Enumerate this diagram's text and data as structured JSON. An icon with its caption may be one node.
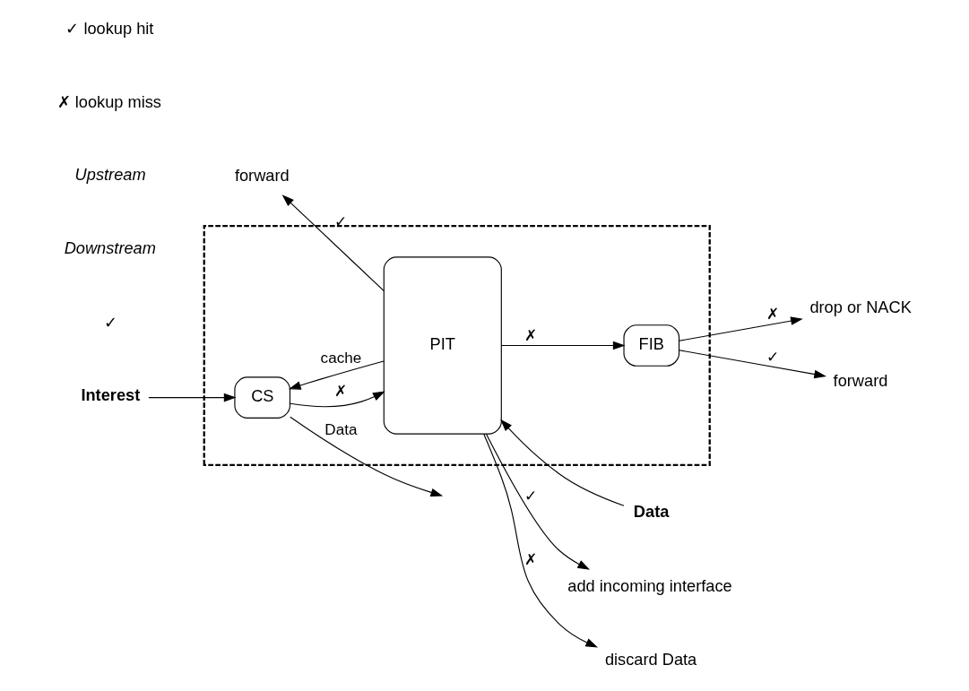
{
  "diagram": {
    "nodes": [
      {
        "text": [],
        "shape": "box"
      },
      {
        "text": [
          "CS"
        ],
        "in": 0
      },
      {
        "text": [
          "PIT"
        ],
        "in": 0
      },
      {
        "text": [
          "FIB"
        ],
        "in": 0
      },
      {
        "text": [
          "Interest"
        ]
      },
      {
        "text": [
          "Data"
        ]
      },
      {
        "text": [
          "add incoming interface"
        ]
      },
      {
        "text": [
          "drop or NACK"
        ]
      },
      {
        "text": [
          "forward"
        ]
      },
      {
        "text": [
          "discard Data"
        ]
      },
      {
        "text": [
          "forward"
        ]
      }
    ],
    "edges": [
      {
        "from": 4,
        "to": 1,
        "arrow": "to"
      },
      {
        "from": 1,
        "to": null,
        "arrow": "to",
        "label": "Data"
      },
      {
        "from": 1,
        "to": 2,
        "arrow": "to",
        "label": "✗"
      },
      {
        "from": 2,
        "to": 3,
        "arrow": "to",
        "label": "✗"
      },
      {
        "from": 3,
        "to": 7,
        "arrow": "to",
        "label": "✗"
      },
      {
        "from": 3,
        "to": 8,
        "arrow": "to",
        "label": "✓"
      },
      {
        "from": 2,
        "to": 6,
        "arrow": "to",
        "label": "✓"
      },
      {
        "from": 5,
        "to": 2,
        "arrow": "to"
      },
      {
        "from": 2,
        "to": 10,
        "arrow": "to",
        "label": "✓"
      },
      {
        "from": 2,
        "to": 1,
        "arrow": "to",
        "label": "cache"
      },
      {
        "from": 2,
        "to": 9,
        "arrow": "to",
        "label": "✗"
      }
    ],
    "labels": [
      "✓",
      "Downstream",
      "Upstream",
      "✗ lookup miss",
      "✓ lookup hit"
    ]
  }
}
